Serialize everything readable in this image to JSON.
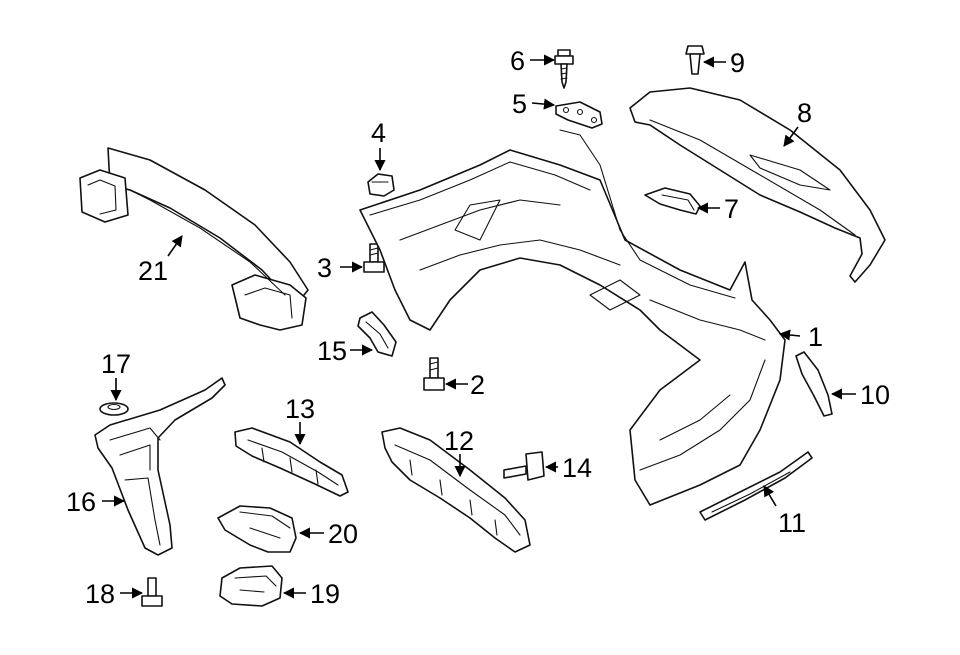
{
  "colors": {
    "line": "#111111",
    "background": "#ffffff"
  },
  "callouts": [
    {
      "id": "1",
      "label": "1"
    },
    {
      "id": "2",
      "label": "2"
    },
    {
      "id": "3",
      "label": "3"
    },
    {
      "id": "4",
      "label": "4"
    },
    {
      "id": "5",
      "label": "5"
    },
    {
      "id": "6",
      "label": "6"
    },
    {
      "id": "7",
      "label": "7"
    },
    {
      "id": "8",
      "label": "8"
    },
    {
      "id": "9",
      "label": "9"
    },
    {
      "id": "10",
      "label": "10"
    },
    {
      "id": "11",
      "label": "11"
    },
    {
      "id": "12",
      "label": "12"
    },
    {
      "id": "13",
      "label": "13"
    },
    {
      "id": "14",
      "label": "14"
    },
    {
      "id": "15",
      "label": "15"
    },
    {
      "id": "16",
      "label": "16"
    },
    {
      "id": "17",
      "label": "17"
    },
    {
      "id": "18",
      "label": "18"
    },
    {
      "id": "19",
      "label": "19"
    },
    {
      "id": "20",
      "label": "20"
    },
    {
      "id": "21",
      "label": "21"
    }
  ]
}
